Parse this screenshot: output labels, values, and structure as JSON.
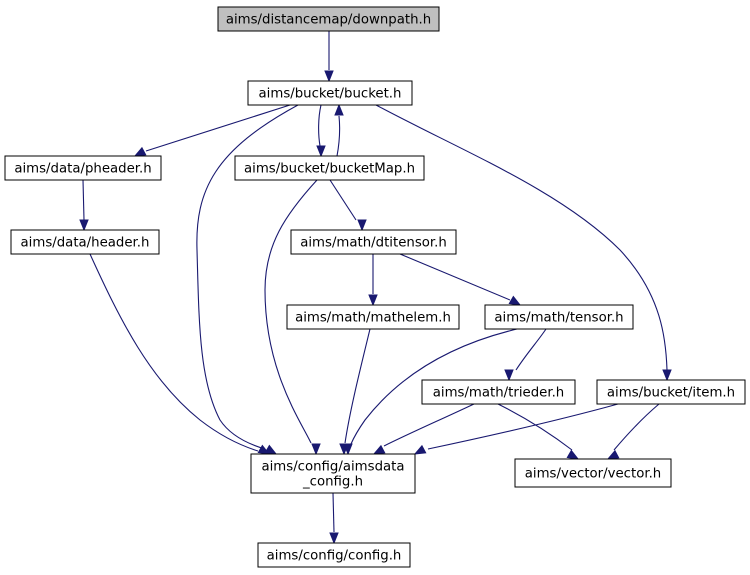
{
  "diagram": {
    "colors": {
      "edge": "#191970",
      "root_fill": "#bfbfbf",
      "node_fill": "#ffffff",
      "border": "#000000"
    },
    "nodes": [
      {
        "id": "downpath",
        "lines": [
          "aims/distancemap/downpath.h"
        ],
        "root": true
      },
      {
        "id": "bucket",
        "lines": [
          "aims/bucket/bucket.h"
        ]
      },
      {
        "id": "pheader",
        "lines": [
          "aims/data/pheader.h"
        ]
      },
      {
        "id": "bucketmap",
        "lines": [
          "aims/bucket/bucketMap.h"
        ]
      },
      {
        "id": "header",
        "lines": [
          "aims/data/header.h"
        ]
      },
      {
        "id": "dtitensor",
        "lines": [
          "aims/math/dtitensor.h"
        ]
      },
      {
        "id": "mathelem",
        "lines": [
          "aims/math/mathelem.h"
        ]
      },
      {
        "id": "tensor",
        "lines": [
          "aims/math/tensor.h"
        ]
      },
      {
        "id": "trieder",
        "lines": [
          "aims/math/trieder.h"
        ]
      },
      {
        "id": "item",
        "lines": [
          "aims/bucket/item.h"
        ]
      },
      {
        "id": "aimsdata_config",
        "lines": [
          "aims/config/aimsdata",
          "_config.h"
        ]
      },
      {
        "id": "vector",
        "lines": [
          "aims/vector/vector.h"
        ]
      },
      {
        "id": "config",
        "lines": [
          "aims/config/config.h"
        ]
      }
    ],
    "edges": [
      {
        "from": "downpath",
        "to": "bucket"
      },
      {
        "from": "bucket",
        "to": "pheader"
      },
      {
        "from": "bucket",
        "to": "bucketmap"
      },
      {
        "from": "bucket",
        "to": "aimsdata_config"
      },
      {
        "from": "bucket",
        "to": "item"
      },
      {
        "from": "bucketmap",
        "to": "bucket"
      },
      {
        "from": "bucketmap",
        "to": "dtitensor"
      },
      {
        "from": "bucketmap",
        "to": "aimsdata_config"
      },
      {
        "from": "pheader",
        "to": "header"
      },
      {
        "from": "header",
        "to": "aimsdata_config"
      },
      {
        "from": "dtitensor",
        "to": "mathelem"
      },
      {
        "from": "dtitensor",
        "to": "tensor"
      },
      {
        "from": "mathelem",
        "to": "aimsdata_config"
      },
      {
        "from": "tensor",
        "to": "aimsdata_config"
      },
      {
        "from": "tensor",
        "to": "trieder"
      },
      {
        "from": "trieder",
        "to": "aimsdata_config"
      },
      {
        "from": "trieder",
        "to": "vector"
      },
      {
        "from": "item",
        "to": "aimsdata_config"
      },
      {
        "from": "item",
        "to": "vector"
      },
      {
        "from": "aimsdata_config",
        "to": "config"
      }
    ]
  }
}
